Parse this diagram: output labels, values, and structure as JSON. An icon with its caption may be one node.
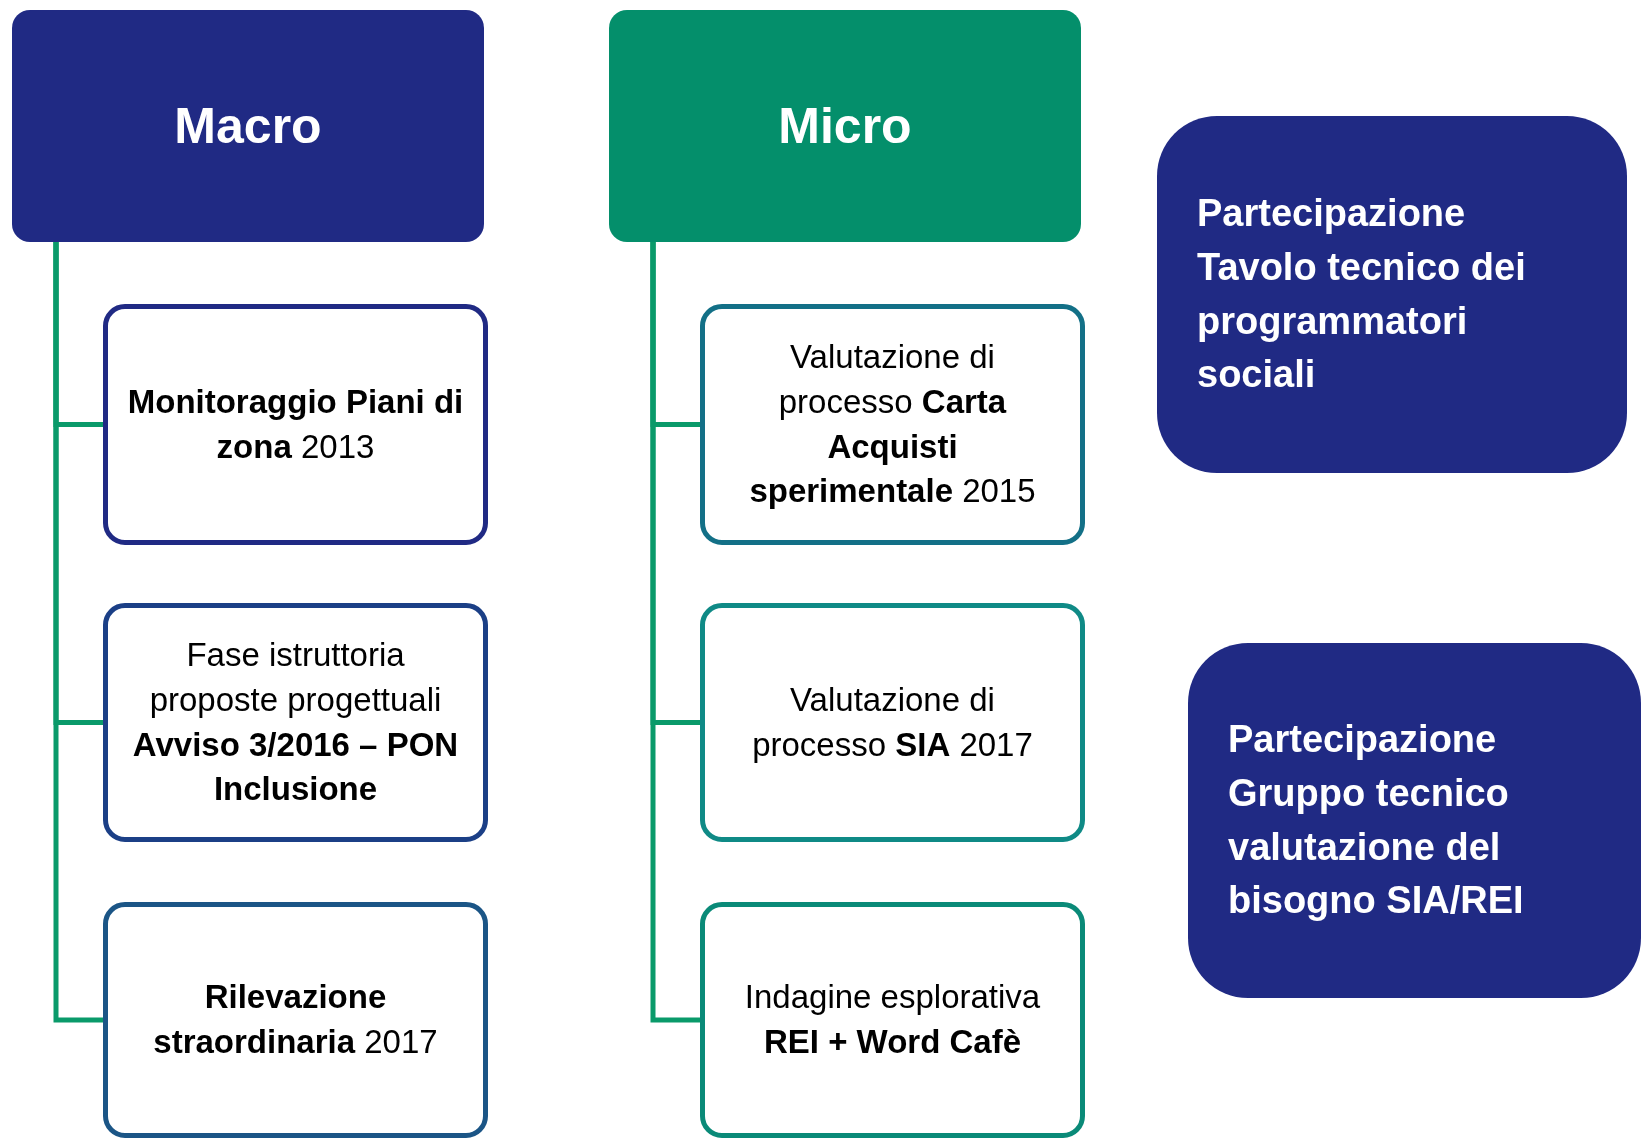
{
  "diagram": {
    "nodes": [
      {
        "text": [
          "Macro"
        ]
      },
      {
        "text": [
          "**Monitoraggio Piani di zona** 2013"
        ]
      },
      {
        "text": [
          "Fase istruttoria proposte progettuali **Avviso 3/2016 – PON Inclusione**"
        ]
      },
      {
        "text": [
          "**Rilevazione straordinaria** 2017"
        ]
      },
      {
        "text": [
          "Micro"
        ]
      },
      {
        "text": [
          "Valutazione di processo **Carta Acquisti sperimentale** 2015"
        ]
      },
      {
        "text": [
          "Valutazione di processo **SIA** 2017"
        ]
      },
      {
        "text": [
          "Indagine esplorativa **REI + Word Cafè**"
        ]
      },
      {
        "text": [
          "Partecipazione Tavolo tecnico dei programmatori sociali"
        ]
      },
      {
        "text": [
          "Partecipazione Gruppo tecnico valutazione del bisogno SIA/REI"
        ]
      }
    ],
    "edges": [
      {
        "from": 0,
        "to": 1,
        "arrow": "none"
      },
      {
        "from": 0,
        "to": 2,
        "arrow": "none"
      },
      {
        "from": 0,
        "to": 3,
        "arrow": "none"
      },
      {
        "from": 4,
        "to": 5,
        "arrow": "none"
      },
      {
        "from": 4,
        "to": 6,
        "arrow": "none"
      },
      {
        "from": 4,
        "to": 7,
        "arrow": "none"
      }
    ]
  }
}
